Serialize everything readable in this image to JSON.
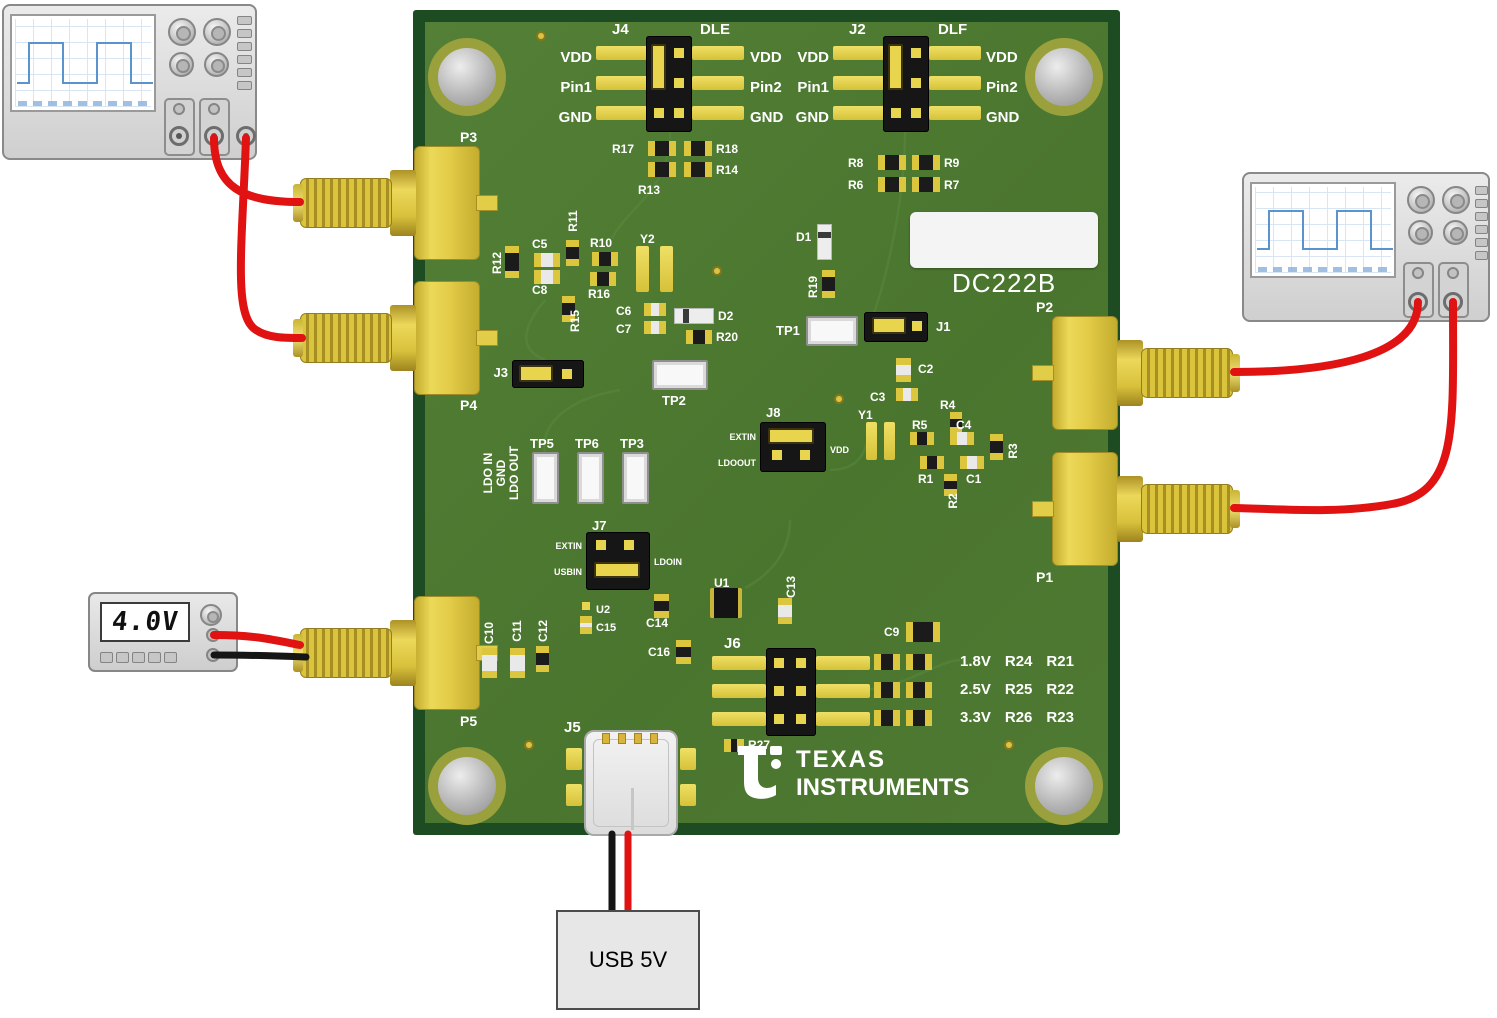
{
  "colors": {
    "board_green": "#4f7a33",
    "board_edge": "#1d4b22",
    "gold": "#dfc944",
    "wire_red": "#e01212",
    "wire_black": "#151515",
    "silkscreen": "#ffffff"
  },
  "equipment": {
    "multimeter_display": "4.0V",
    "usb_supply_label": "USB 5V"
  },
  "board": {
    "model": "DC222B",
    "logo_line1": "TEXAS",
    "logo_line2": "INSTRUMENTS"
  },
  "sma": {
    "p1": "P1",
    "p2": "P2",
    "p3": "P3",
    "p4": "P4",
    "p5": "P5"
  },
  "j4": {
    "ref": "J4",
    "name": "DLE",
    "l1": "VDD",
    "l2": "Pin1",
    "l3": "GND",
    "r1": "VDD",
    "r2": "Pin2",
    "r3": "GND"
  },
  "j2": {
    "ref": "J2",
    "name": "DLF",
    "l1": "VDD",
    "l2": "Pin1",
    "l3": "GND",
    "r1": "VDD",
    "r2": "Pin2",
    "r3": "GND"
  },
  "j6": {
    "ref": "J6",
    "rows": [
      {
        "v": "1.8V",
        "ra": "R24",
        "rb": "R21"
      },
      {
        "v": "2.5V",
        "ra": "R25",
        "rb": "R22"
      },
      {
        "v": "3.3V",
        "ra": "R26",
        "rb": "R23"
      }
    ]
  },
  "j5": {
    "ref": "J5"
  },
  "jumpers": {
    "j1": "J1",
    "j3": "J3",
    "j7": "J7",
    "j8": "J8",
    "j7_extin": "EXTIN",
    "j7_usbin": "USBIN",
    "j7_ldoin": "LDOIN",
    "j8_extin": "EXTIN",
    "j8_ldoout": "LDOOUT",
    "j8_vdd": "VDD"
  },
  "tp": {
    "tp1": "TP1",
    "tp2": "TP2",
    "tp3": "TP3",
    "tp5": "TP5",
    "tp6": "TP6",
    "ldo_in": "LDO IN",
    "gnd": "GND",
    "ldo_out": "LDO OUT"
  },
  "refs": {
    "r1": "R1",
    "r2": "R2",
    "r3": "R3",
    "r4": "R4",
    "r5": "R5",
    "r6": "R6",
    "r7": "R7",
    "r8": "R8",
    "r9": "R9",
    "r10": "R10",
    "r11": "R11",
    "r12": "R12",
    "r13": "R13",
    "r14": "R14",
    "r15": "R15",
    "r16": "R16",
    "r17": "R17",
    "r18": "R18",
    "r19": "R19",
    "r20": "R20",
    "r27": "R27",
    "c1": "C1",
    "c2": "C2",
    "c3": "C3",
    "c4": "C4",
    "c5": "C5",
    "c6": "C6",
    "c7": "C7",
    "c8": "C8",
    "c9": "C9",
    "c10": "C10",
    "c11": "C11",
    "c12": "C12",
    "c13": "C13",
    "c14": "C14",
    "c15": "C15",
    "c16": "C16",
    "d1": "D1",
    "d2": "D2",
    "y1": "Y1",
    "y2": "Y2",
    "u1": "U1",
    "u2": "U2"
  }
}
